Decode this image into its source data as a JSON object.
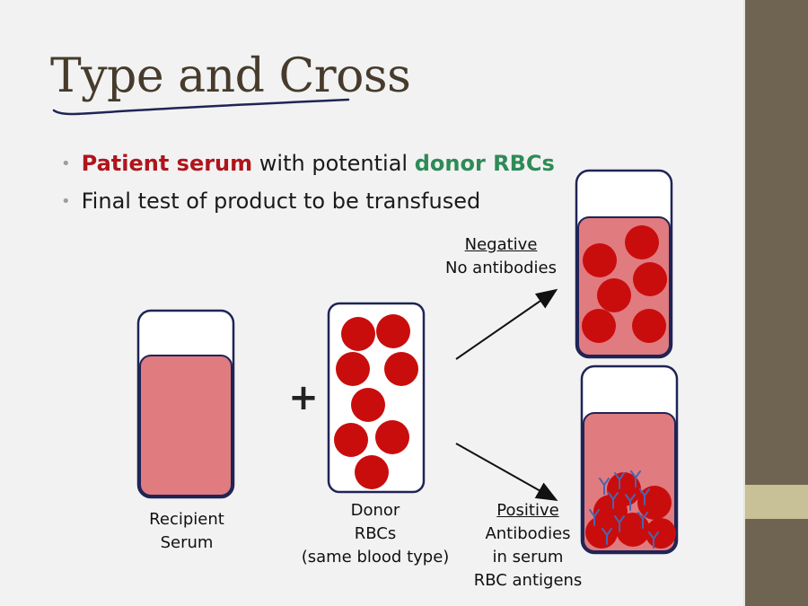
{
  "slide": {
    "title": "Type and Cross",
    "bullets": [
      {
        "part1": "Patient serum",
        "part2": " with potential ",
        "part3": "donor RBCs"
      },
      {
        "text": "Final test of product to be transfused"
      }
    ]
  },
  "diagram": {
    "plus_sign": "+",
    "recipient": {
      "line1": "Recipient",
      "line2": "Serum"
    },
    "donor": {
      "line1": "Donor",
      "line2": "RBCs",
      "line3": "(same blood type)"
    },
    "negative": {
      "heading": "Negative",
      "line1": "No antibodies"
    },
    "positive": {
      "heading": "Positive",
      "line1": "Antibodies",
      "line2": "in serum",
      "line3": "RBC antigens"
    }
  },
  "colors": {
    "title": "#463b2c",
    "patient_serum": "#b0141c",
    "donor_rbcs": "#2e8b57",
    "serum_fill": "#e07b80",
    "rbc": "#c90d0d",
    "tube_outline": "#1f2456",
    "antibody": "#4a64b0",
    "sidebar": "#6f6351",
    "sidebar_accent": "#c8c096"
  }
}
